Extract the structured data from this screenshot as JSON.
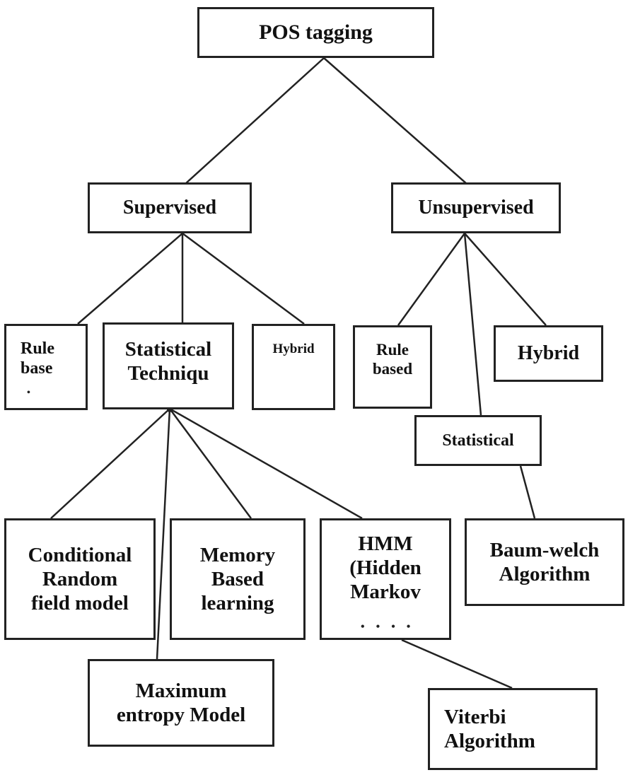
{
  "nodes": {
    "root": "POS tagging",
    "supervised": "Supervised",
    "unsupervised": "Unsupervised",
    "sup_rule": "Rule\nbase",
    "sup_statistical": "Statistical\nTechniqu",
    "sup_hybrid": "Hybrid",
    "unsup_rule": "Rule\nbased",
    "unsup_hybrid": "Hybrid",
    "unsup_statistical": "Statistical",
    "crf": "Conditional\nRandom\nfield model",
    "mbl": "Memory\nBased\nlearning",
    "hmm": "HMM\n(Hidden\nMarkov",
    "maxent": "Maximum\nentropy Model",
    "baum": "Baum-welch\nAlgorithm",
    "viterbi": "Viterbi\nAlgorithm"
  },
  "colors": {
    "stroke": "#222222",
    "background": "#ffffff"
  }
}
